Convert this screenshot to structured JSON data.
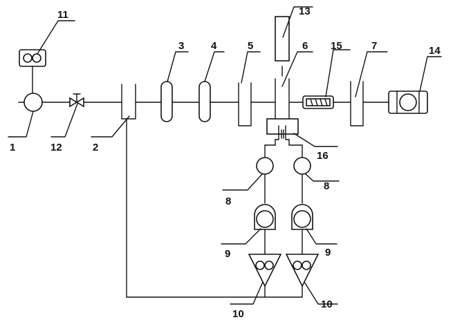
{
  "labels": {
    "l1": "1",
    "l2": "2",
    "l3": "3",
    "l4": "4",
    "l5": "5",
    "l6": "6",
    "l7": "7",
    "l8a": "8",
    "l8b": "8",
    "l9a": "9",
    "l9b": "9",
    "l10a": "10",
    "l10b": "10",
    "l11": "11",
    "l12": "12",
    "l13": "13",
    "l14": "14",
    "l15": "15",
    "l16": "16"
  }
}
